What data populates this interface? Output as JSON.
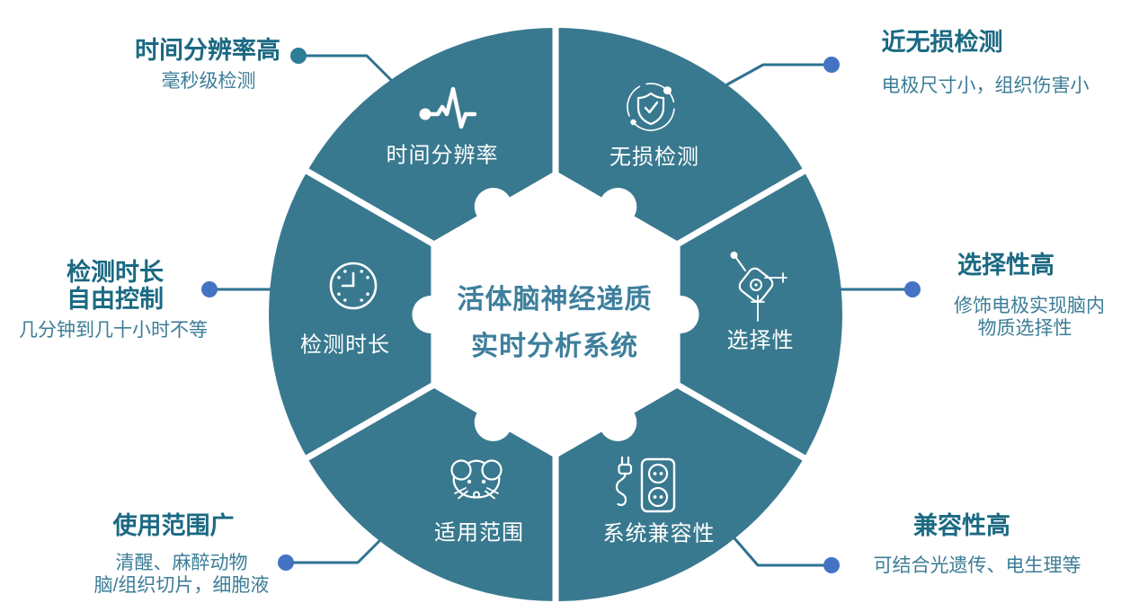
{
  "center": {
    "title_line1": "活体脑神经递质",
    "title_line2": "实时分析系统"
  },
  "segments": [
    {
      "label": "时间分辨率",
      "icon": "pulse-waveform-icon"
    },
    {
      "label": "无损检测",
      "icon": "shield-check-icon"
    },
    {
      "label": "选择性",
      "icon": "electrode-sensor-icon"
    },
    {
      "label": "系统兼容性",
      "icon": "power-socket-plug-icon"
    },
    {
      "label": "适用范围",
      "icon": "mouse-animal-icon"
    },
    {
      "label": "检测时长",
      "icon": "clock-icon"
    }
  ],
  "callouts": [
    {
      "id": "time-resolution",
      "title_lines": [
        "时间分辨率高"
      ],
      "detail_lines": [
        "毫秒级检测"
      ]
    },
    {
      "id": "near-nondestructive",
      "title_lines": [
        "近无损检测"
      ],
      "detail_lines": [
        "电极尺寸小，组织伤害小"
      ]
    },
    {
      "id": "selectivity",
      "title_lines": [
        "选择性高"
      ],
      "detail_lines": [
        "修饰电极实现脑内",
        "物质选择性"
      ]
    },
    {
      "id": "compatibility",
      "title_lines": [
        "兼容性高"
      ],
      "detail_lines": [
        "可结合光遗传、电生理等"
      ]
    },
    {
      "id": "application-range",
      "title_lines": [
        "使用范围广"
      ],
      "detail_lines": [
        "清醒、麻醉动物",
        "脑/组织切片，细胞液"
      ]
    },
    {
      "id": "detection-duration",
      "title_lines": [
        "检测时长",
        "自由控制"
      ],
      "detail_lines": [
        "几分钟到几十小时不等"
      ]
    }
  ],
  "colors": {
    "segment_teal": "#39798f",
    "center_text": "#3d7f9c",
    "callout_title": "#1b6982",
    "callout_detail": "#3c7d97",
    "connector_line": "#2e7191",
    "connector_dot_blue": "#4573c4",
    "connector_dot_teal": "#2e7d97",
    "icon_white": "#ffffff"
  }
}
